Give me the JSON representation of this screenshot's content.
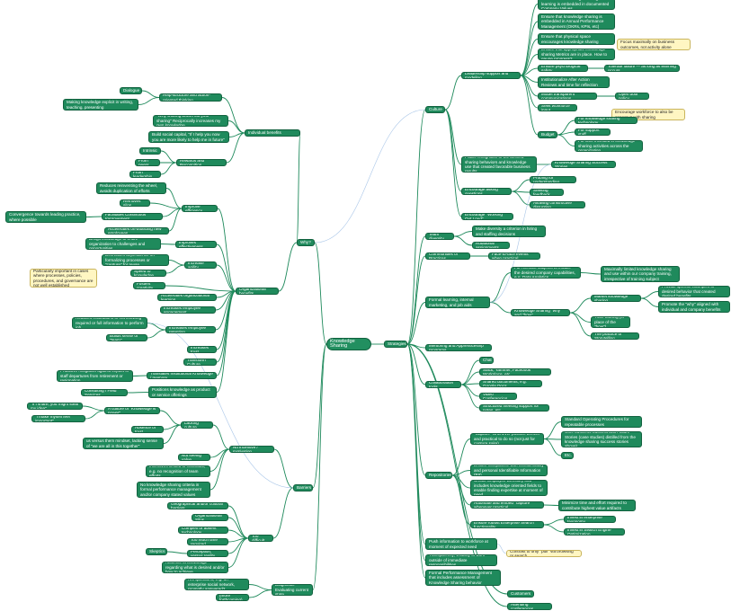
{
  "colors": {
    "node_fill": "#1f8a5c",
    "node_border": "#12623f",
    "link": "#1f8a5c",
    "cross_link": "#a9c6e8",
    "note_fill": "#fff6c2"
  },
  "center": "Knowledge Sharing",
  "branches": {
    "why": "Why?",
    "strategies": "Strategies",
    "barriers": "Barriers",
    "diagnostic": "Diagnostic\nEvaluating current state"
  },
  "why": {
    "individual": "Individual benefits",
    "infrastructure": "Help-structure and action-oriented thinking",
    "dialogue": "Dialogue",
    "making_explicit": "Making knowledge explicit in writing, teaching, presenting",
    "why_sharing": "\"Why sharing draws out your sharing\" Reciprocally increases my own knowledge",
    "social_capital": "Build social capital, \"If I help you now you are more likely to help me in future\"",
    "rewards": "Rewards and Recognition",
    "intrinsic": "Intrinsic",
    "from_peers": "From peers",
    "from_leadership": "From leadership",
    "org_benefits": "Organizational benefits",
    "improve_eff": "Improve efficiency",
    "reduce_reinvent": "Reduces reinventing the wheel, avoids duplication of efforts",
    "removes_silos": "Removes silos",
    "cont_improve": "Facilitates Continuous Improvement",
    "convergence": "Convergence towards leading practice, where possible",
    "accelerates": "Accelerates on-boarding new employees",
    "improve_effect": "Improves effectiveness",
    "brings_knowledge": "Brings knowledge of entire organization to challenges and opportunities",
    "increase_agility": "Increase agility",
    "decreases_dependence": "Decreases dependence on formalizing processes or \"capture\" for reuse",
    "speed": "Speed to knowledge",
    "foster": "Fosters creativity",
    "accelerates_learning": "Accelerates organizational learning",
    "increases_engagement": "Increases employee engagement",
    "retention": "Increases employee retention",
    "reduces_frustration": "Reduces frustrations of not knowing required or full information to perform job",
    "builds_sense": "Builds sense of \"team\"",
    "increases_trust": "Increases trust",
    "transform": "Transform Culture",
    "translate": "Translates Institutional Knowledge / memory",
    "proactive": "Proactive mitigation against impact of staff departures from retirement or resignation",
    "position": "Positions knowledge as product or service offerings",
    "consulting": "Consulting / Field Services",
    "note_process": "Particularly important in cases where processes, policies, procedures, and governance are not well established"
  },
  "barriers": {
    "no_incentive": "No incentive / motivation",
    "culture": "A culture of \"Knowledge is power\"",
    "if_i_share": "\"If I share, you might steal my idea\"",
    "make_myself": "\"I make myself feel important\"",
    "lacking": "Lacking culture",
    "absence_trust": "Absence of trust",
    "us_versus": "us versus them mindset, lacking sense of \"we are all in this together\"",
    "not_seeing": "Not seeing value",
    "incentives": "Incentives limited to individual, e.g. no recognition of team efforts",
    "no_criteria": "No knowledge sharing criteria in formal performance management and/or company stated values",
    "too_difficult": "Too difficult",
    "geo": "Geographical and/or cultural barriers",
    "silos": "Organizational Silos",
    "complex": "Complex or absent technology",
    "too_much_time": "Too much time required",
    "skeptics": "Skeptics",
    "perception": "Perception, versus reality",
    "absence_knowledge": "Absence of knowledge regarding what is desired and/or how to achieve"
  },
  "diagnostic": {
    "questions": "Are questions, e.g. on enterprise social network, promptly answered?",
    "more": "(more forthcoming)"
  },
  "strategies": {
    "culture": "Culture",
    "leadership": "Leadership support and modeling",
    "l1": "Ensure that knowledge sharing and learning is embedded in documented Company Values",
    "l2": "Ensure that knowledge sharing is embedded in Annual Performance Management (OKRs, KPIs, etc)",
    "l3": "Ensure that physical space encourages knowledge sharing",
    "l4": "Ensure that appropriate knowledge sharing Metrics are in place. How to gauge progress?",
    "note_focus": "Focus maximally on business outcomes, not activity alone",
    "psych": "Ensure psychological safety",
    "tolerate": "Tolerate failure — as long as learning occurs",
    "aar": "Institutionalize After Action Reviews and time for reflection",
    "model_transparent": "Model transparent communications",
    "open_door": "Open door policy",
    "seek_input": "Seek workforce input",
    "note_workforce": "Encourage workforce to also be generous with sharing",
    "budget": "Budget",
    "b1": "For knowledge sharing technology",
    "b2": "For support staff",
    "b3": "For time invested in knowledge sharing activities across the organization",
    "public_recog": "Public recognition of the desired sharing behaviors and knowledge use that created favorable business results",
    "success_stories": "Knowledge Sharing Success Stories",
    "asking": "Encourage asking questions",
    "probing": "Probing for understanding",
    "seeking": "Seeking feedback",
    "allowing": "Allowing constructive disruption",
    "working_out_loud": "Encourage \"Working Out Loud\"",
    "team_diversity": "Team diversity",
    "make_diversity": "Make diversity a criterion in hiring and staffing decisions",
    "rotational": "Rotational assignments",
    "cop": "Communities of Practices",
    "face_to_face": "Face-to-face events when practical",
    "formal": "Formal learning, internal marketing, and job aids",
    "for_relevant": "For relevant subjects to enable the desired company capabilities, e.g. Data Analytics",
    "maximally": "Maximally limited knowledge sharing and use within our company training, irrespective of training subject",
    "ks_why_how": "Knowledge Sharing \"why\" and \"how\"",
    "market": "Market knowledge sharing",
    "provide_examples": "Provide specific examples of desired behavior that created desired benefits",
    "promote": "Promote the \"why\" aligned with individual and company benefits",
    "train": "Train training (in place of the \"how\")",
    "storytelling": "The practice of Storytelling",
    "mentoring": "Mentoring and Apprenticeship programs",
    "collab": "Collaboration tools",
    "chat": "Chat",
    "slack": "Slack, Yammer, Facebook Workplace, etc.",
    "shared_docs": "Shared documents, e.g. Google Docs",
    "video": "Video Conferencing",
    "structured": "Structured meeting support for notes, etc.",
    "repositories": "Repositories",
    "capture": "\"Capture\" whenever positive benefit and practical to do so (not just for capture sake)",
    "sop": "Standard Operating Procedures for repeatable processes",
    "core": "Core business Success and Failure Stories (case studies) distilled from the knowledge sharing success stories above)",
    "etc": "Etc.",
    "compliance": "Ensure compliance with confidentiality and personal Identifiable Information (PII)",
    "directory": "Create Employee Directory that includes knowledge oriented fields to enable finding expertise at moment of need",
    "automate": "Automate and embed \"capture\" whenever practical",
    "minimize": "Minimize time and effort required to contribute highest value artifacts",
    "search": "Ensure robust Enterprise Search functionality",
    "invest_taxonomy": "Invest in enterprise taxonomy",
    "invest_seo": "Invest in Search Engine Optimization",
    "push": "Push information to workforce at moment of expected need",
    "transparency": "Transparency, visibility of work outside of immediate responsibilities",
    "formal_perf": "Formal Performance Management that includes assessment of Knowledge Sharing behavior",
    "note_contrast": "Contrast to only \"pull\" via browsing or search",
    "customers": "Customers",
    "attending": "Attending conferences"
  }
}
